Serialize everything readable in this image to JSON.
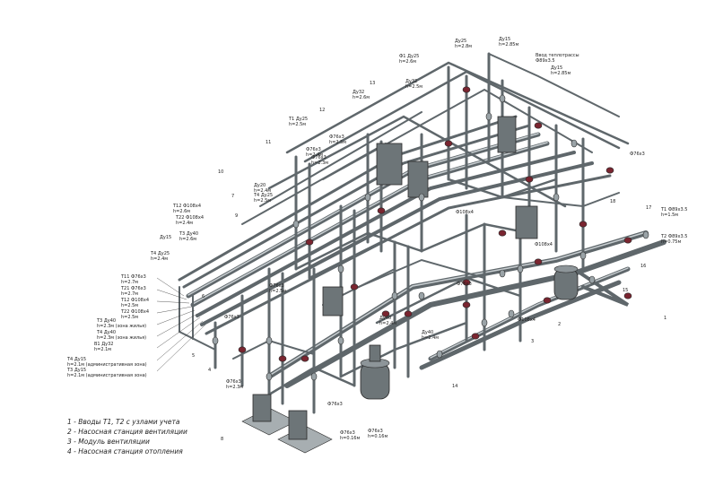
{
  "legend": [
    "1 - Вводы Т1, Т2 с узлами учета",
    "2 - Насосная станция вентиляции",
    "3 - Модуль вентиляции",
    "4 - Насосная станция отопления"
  ],
  "labels": [
    {
      "text": "Ду15"
    },
    {
      "text": "h=2.85м"
    },
    {
      "text": "Ду25"
    },
    {
      "text": "h=2.8м"
    },
    {
      "text": "Ф1 Ду25"
    },
    {
      "text": "h=2.6м"
    },
    {
      "text": "Ввод теплотрассы"
    },
    {
      "text": "Ф89х3.5"
    },
    {
      "text": "Ду15"
    },
    {
      "text": "h=2.85м"
    },
    {
      "text": "Ду32"
    },
    {
      "text": "h=2.5м"
    },
    {
      "text": "Ду32"
    },
    {
      "text": "h=2.6м"
    },
    {
      "text": "Ф76х3"
    },
    {
      "text": "h=2.5м"
    },
    {
      "text": "Т1 Ду25"
    },
    {
      "text": "h=2.5м"
    },
    {
      "text": "Ф76х3"
    },
    {
      "text": "h=2.4м"
    },
    {
      "text": "Ф76х3"
    },
    {
      "text": "h=2.3м"
    },
    {
      "text": "Ду20"
    },
    {
      "text": "h=2.4м"
    },
    {
      "text": "Т4 Ду25"
    },
    {
      "text": "h=2.5м"
    },
    {
      "text": "Т12 Ф108х4"
    },
    {
      "text": "h=2.6м"
    },
    {
      "text": "Т22 Ф108х4"
    },
    {
      "text": "h=2.4м"
    },
    {
      "text": "Т3 Ду40"
    },
    {
      "text": "h=2.6м"
    },
    {
      "text": "Т4 Ду25"
    },
    {
      "text": "h=2.4м"
    },
    {
      "text": "Ф76х3"
    },
    {
      "text": "Т1 Ф89х3.5"
    },
    {
      "text": "h=1.5м"
    },
    {
      "text": "Т2 Ф89х3.5"
    },
    {
      "text": "h=0.75м"
    },
    {
      "text": "Т11 Ф76х3"
    },
    {
      "text": "h=2.7м"
    },
    {
      "text": "Т21 Ф76х3"
    },
    {
      "text": "h=2.7м"
    },
    {
      "text": "Т12 Ф108х4"
    },
    {
      "text": "h=2.5м"
    },
    {
      "text": "Т22 Ф108х4"
    },
    {
      "text": "h=2.5м"
    },
    {
      "text": "Т3 Ду40"
    },
    {
      "text": "h=2.3м (зона жилья)"
    },
    {
      "text": "Т4 Ду40"
    },
    {
      "text": "h=2.3м (зона жилья)"
    },
    {
      "text": "В1 Ду32"
    },
    {
      "text": "h=2.1м"
    },
    {
      "text": "Т4 Ду15"
    },
    {
      "text": "h=2.1м (административная зона)"
    },
    {
      "text": "Т3 Ду15"
    },
    {
      "text": "h=2.1м (административная зона)"
    },
    {
      "text": "Ф76х3"
    },
    {
      "text": "h=2.3м"
    },
    {
      "text": "Ф76х3"
    },
    {
      "text": "h=2.5м"
    },
    {
      "text": "Ф76х3"
    },
    {
      "text": "Ф108х4"
    },
    {
      "text": "Ф108х4"
    },
    {
      "text": "Ф108х4"
    },
    {
      "text": "Ду40"
    },
    {
      "text": "h=2.4м"
    },
    {
      "text": "Ду40"
    },
    {
      "text": "h=2.4м"
    },
    {
      "text": "Ф76х3"
    },
    {
      "text": "h=0.16м"
    },
    {
      "text": "Ф76х3"
    },
    {
      "text": "h=0.16м"
    },
    {
      "text": "Ф76х3"
    },
    {
      "text": "Ф76х3"
    },
    {
      "text": "Ду15"
    }
  ],
  "callouts": [
    "10",
    "11",
    "12",
    "13",
    "14",
    "15",
    "16",
    "17",
    "18",
    "1",
    "2",
    "3",
    "4",
    "5",
    "6",
    "7",
    "8",
    "9"
  ]
}
